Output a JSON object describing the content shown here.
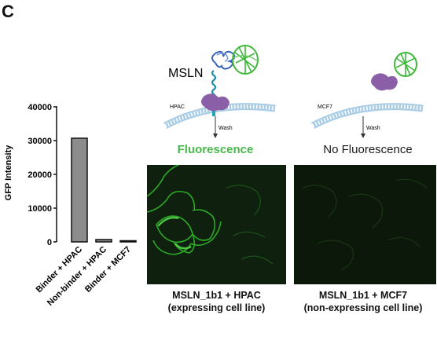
{
  "panel_letter": "C",
  "chart_data": {
    "type": "bar",
    "categories": [
      "Binder + HPAC",
      "Non-binder + HPAC",
      "Binder + MCF7"
    ],
    "values": [
      30700,
      700,
      350
    ],
    "ylabel": "GFP Intensity",
    "ylim": [
      0,
      40000
    ],
    "yticks": [
      0,
      10000,
      20000,
      30000,
      40000
    ],
    "grid": false,
    "bar_color": "#8c8c8c"
  },
  "illustration": {
    "protein_label": "MSLN",
    "left_cell_label": "HPAC",
    "right_cell_label": "MCF7",
    "left_arrow_label": "Wash",
    "right_arrow_label": "Wash",
    "left_result": "Fluorescence",
    "right_result": "No Fluorescence"
  },
  "micrographs": {
    "left_caption_line1": "MSLN_1b1 + HPAC",
    "left_caption_line2": "(expressing cell line)",
    "right_caption_line1": "MSLN_1b1 + MCF7",
    "right_caption_line2": "(non-expressing cell line)"
  },
  "colors": {
    "fluorescence_green": "#47b84a",
    "binder_purple": "#8b5fa8",
    "membrane_blue": "#aacde6",
    "msln_blue": "#3a63b8"
  }
}
